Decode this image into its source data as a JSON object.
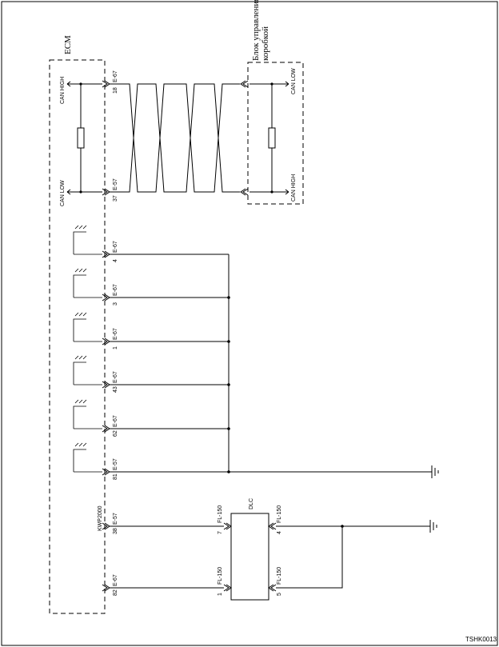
{
  "diagram": {
    "ecm_label": "ECM",
    "tcm_label_line1": "Блок управления",
    "tcm_label_line2": "коробкой",
    "code": "TSHK0013",
    "dlc_label": "DLC",
    "kwp_label": "KWP2000",
    "can": {
      "high_label": "CAN HIGH",
      "low_label": "CAN LOW",
      "ecm_high_pin": "18",
      "ecm_high_conn": "E-67",
      "ecm_low_pin": "37",
      "ecm_low_conn": "E-57"
    },
    "ground_pins": [
      {
        "pin": "4",
        "conn": "E-67"
      },
      {
        "pin": "3",
        "conn": "E-67"
      },
      {
        "pin": "1",
        "conn": "E-67"
      },
      {
        "pin": "43",
        "conn": "E-67"
      },
      {
        "pin": "62",
        "conn": "E-67"
      },
      {
        "pin": "81",
        "conn": "E-57"
      }
    ],
    "dlc_rows": [
      {
        "ecm_pin": "38",
        "ecm_conn": "E-57",
        "dlc_in_pin": "7",
        "dlc_in_conn": "FL-150",
        "dlc_out_pin": "4",
        "dlc_out_conn": "FL-150"
      },
      {
        "ecm_pin": "82",
        "ecm_conn": "E-67",
        "dlc_in_pin": "1",
        "dlc_in_conn": "FL-150",
        "dlc_out_pin": "5",
        "dlc_out_conn": "FL-150"
      }
    ]
  }
}
